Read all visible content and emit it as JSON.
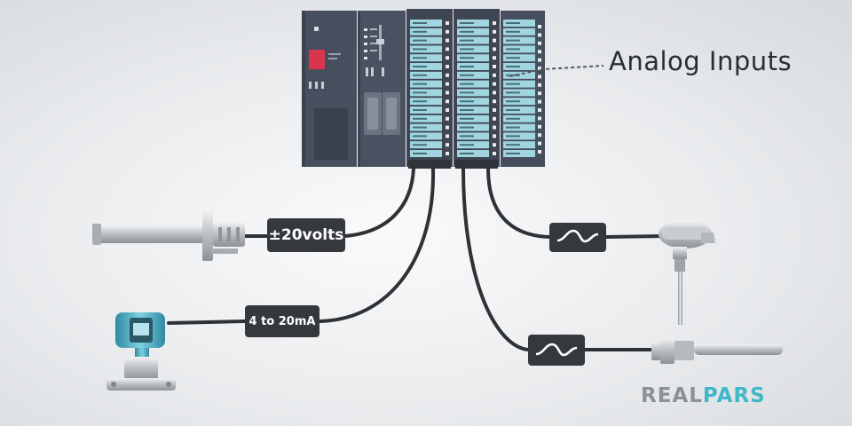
{
  "callout": {
    "label": "Analog Inputs"
  },
  "signals": {
    "voltage_label": "±20volts",
    "current_label": "4 to 20mA"
  },
  "brand": {
    "part1": "REAL",
    "part2": "PARS",
    "accent": "#3fb8c9",
    "gray": "#8c9196"
  },
  "colors": {
    "plc_body": "#474e5d",
    "plc_dark": "#3b414e",
    "io_screen": "#9fd6df",
    "cable": "#2e3135",
    "label_bg": "#35393d",
    "led_red": "#d9364e"
  },
  "icons": {
    "filter_symbol": "sine-wave-icon",
    "sensors": [
      "probe-sensor-icon",
      "pressure-transmitter-icon",
      "thermocouple-head-icon",
      "rtd-probe-icon"
    ]
  }
}
